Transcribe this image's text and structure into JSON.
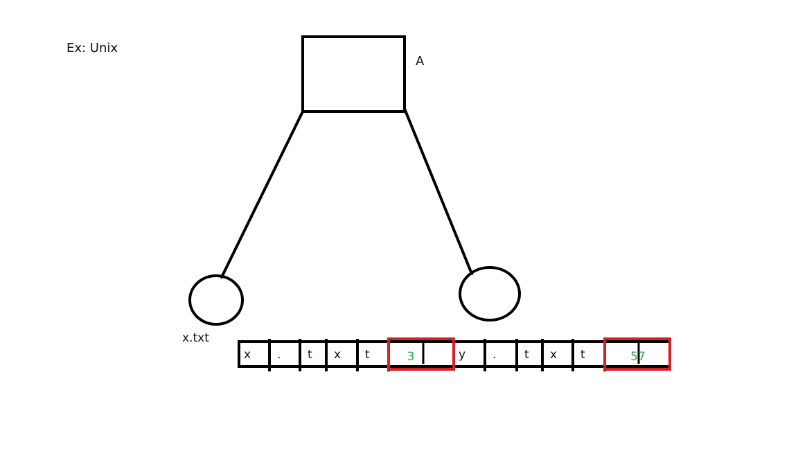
{
  "heading": "Ex: Unix",
  "directory": {
    "label": "A"
  },
  "files": {
    "left_label": "x.txt",
    "right_label": ""
  },
  "entries": [
    {
      "chars": [
        "x",
        ".",
        "t",
        "x",
        "t"
      ],
      "inode": "3"
    },
    {
      "chars": [
        "y",
        ".",
        "t",
        "x",
        "t"
      ],
      "inode": "57"
    }
  ],
  "colors": {
    "stroke": "#000000",
    "highlight": "#d42027",
    "inode_text": "#2aa84a"
  }
}
